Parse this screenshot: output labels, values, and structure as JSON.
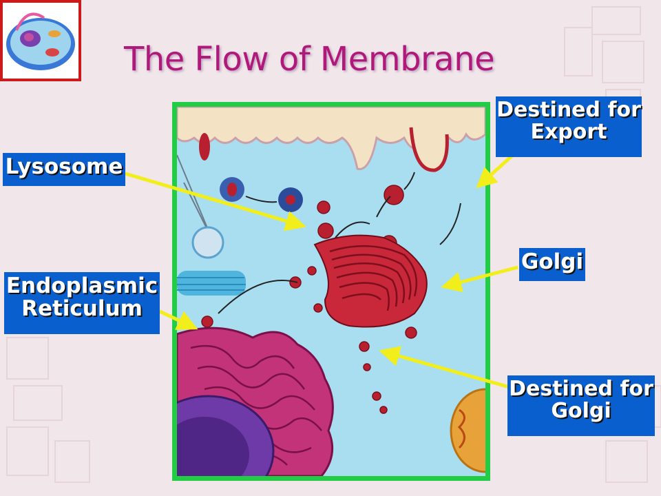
{
  "title": "The Flow of Membrane",
  "labels": {
    "export": [
      "Destined for",
      "Export"
    ],
    "lysosome": "Lysosome",
    "golgi": "Golgi",
    "er": [
      "Endoplasmic",
      "Reticulum"
    ],
    "golgi_dest": [
      "Destined for",
      "Golgi"
    ]
  },
  "colors": {
    "title": "#b0197a",
    "label_bg": "#0a5fcf",
    "frame": "#22cc44",
    "arrow": "#f2ee1c"
  },
  "icons": [
    "cell-thumbnail-icon"
  ]
}
